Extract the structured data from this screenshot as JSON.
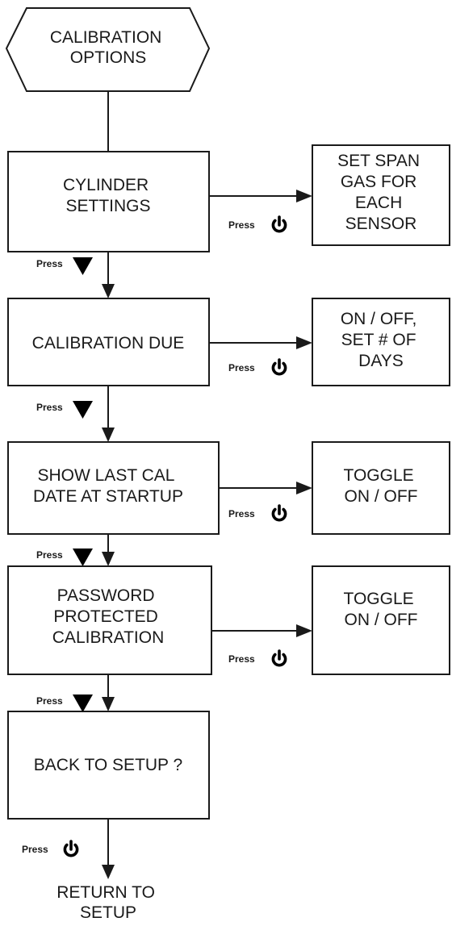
{
  "nodes": {
    "start": [
      "CALIBRATION",
      "OPTIONS"
    ],
    "cylinder": [
      "CYLINDER",
      "SETTINGS"
    ],
    "cal_due": [
      "CALIBRATION DUE"
    ],
    "show_last": [
      "SHOW LAST CAL",
      "DATE AT STARTUP"
    ],
    "password": [
      "PASSWORD",
      "PROTECTED",
      "CALIBRATION"
    ],
    "back": [
      "BACK TO SETUP ?"
    ],
    "span": [
      "SET SPAN",
      "GAS FOR",
      "EACH",
      "SENSOR"
    ],
    "days": [
      "ON / OFF,",
      "SET # OF",
      "DAYS"
    ],
    "toggle1": [
      "TOGGLE",
      "ON / OFF"
    ],
    "toggle2": [
      "TOGGLE",
      "ON / OFF"
    ],
    "return": [
      "RETURN TO",
      "SETUP"
    ]
  },
  "press_label": "Press",
  "icons": {
    "down": "down-triangle-icon",
    "power": "power-icon"
  }
}
